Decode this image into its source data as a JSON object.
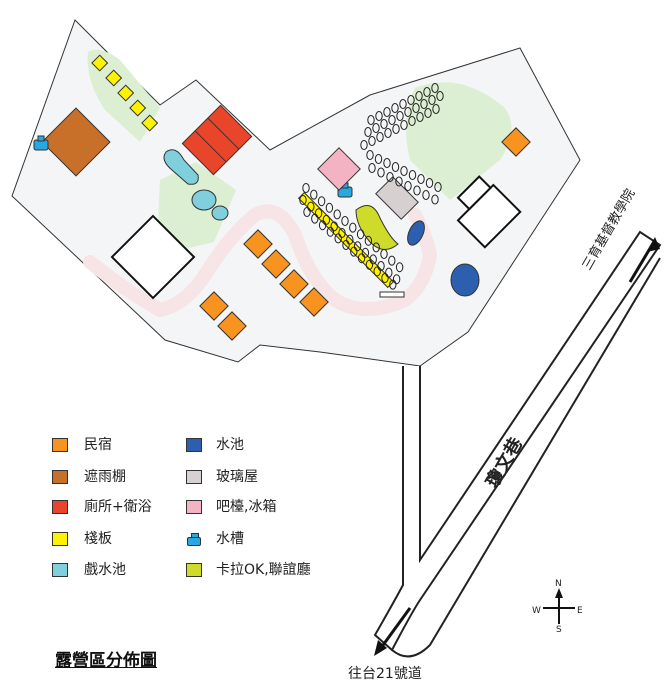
{
  "map": {
    "title": "露營區分佈圖",
    "road_labels": {
      "lane": "瓊文巷",
      "hospital": "三育基督教學院",
      "highway": "往台21號道"
    },
    "compass": {
      "n": "N",
      "s": "S",
      "w": "W",
      "e": "E"
    },
    "colors": {
      "minsu": "#f7931e",
      "shelter": "#c8702a",
      "toilet": "#e8452a",
      "deck": "#fff200",
      "pool": "#7fd0dc",
      "pond": "#2d5fb0",
      "glasshouse": "#d6d0d0",
      "bar": "#f3b3c3",
      "sink": "#29a8e0",
      "karaoke": "#cfdb2a",
      "lawn": "#dcefd2",
      "path": "#f6e4e6",
      "ground": "#f4f5f6"
    },
    "legend": [
      {
        "key": "minsu",
        "icon": "minsu-swatch",
        "label": "民宿"
      },
      {
        "key": "shelter",
        "icon": "shelter-swatch",
        "label": "遮雨棚"
      },
      {
        "key": "toilet",
        "icon": "toilet-swatch",
        "label": "廁所+衛浴"
      },
      {
        "key": "deck",
        "icon": "deck-swatch",
        "label": "棧板"
      },
      {
        "key": "pool",
        "icon": "pool-swatch",
        "label": "戲水池"
      },
      {
        "key": "pond",
        "icon": "pond-swatch",
        "label": "水池"
      },
      {
        "key": "glasshouse",
        "icon": "glasshouse-swatch",
        "label": "玻璃屋"
      },
      {
        "key": "bar",
        "icon": "bar-swatch",
        "label": "吧檯,冰箱"
      },
      {
        "key": "sink",
        "icon": "sink-icon",
        "label": "水槽"
      },
      {
        "key": "karaoke",
        "icon": "karaoke-swatch",
        "label": "卡拉OK,聯誼廳"
      }
    ]
  }
}
